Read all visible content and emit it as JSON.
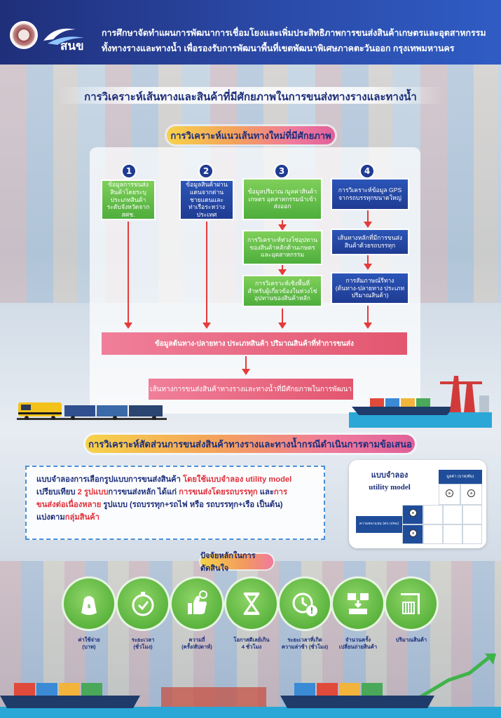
{
  "header": {
    "logo_text": "สนข",
    "line1": "การศึกษาจัดทำแผนการพัฒนาการเชื่อมโยงและเพิ่มประสิทธิภาพการขนส่งสินค้าเกษตรและอุตสาหกรรม",
    "line2": "ทั้งทางรางและทางน้ำ เพื่อรองรับการพัฒนาพื้นที่เขตพัฒนาพิเศษภาคตะวันออก กรุงเทพมหานคร"
  },
  "main_title": "การวิเคราะห์เส้นทางและสินค้าที่มีศักยภาพในการขนส่งทางรางและทางน้ำ",
  "section1": {
    "title": "การวิเคราะห์แนวเส้นทางใหม่ที่มีศักยภาพ",
    "columns": [
      {
        "number": "1",
        "boxes": [
          "ข้อมูลการขนส่งสินค้าโดยระบุประเภทสินค้าระดับจังหวัดจาก สศช."
        ]
      },
      {
        "number": "2",
        "boxes": [
          "ข้อมูลสินค้าผ่านแดนจากด่านชายแดนและท่าเรือระหว่างประเทศ"
        ]
      },
      {
        "number": "3",
        "boxes": [
          "ข้อมูลปริมาณ /มูลค่าสินค้าเกษตร อุตสาหกรรมนำเข้า ส่งออก",
          "การวิเคราะห์ห่วงโซ่อุปทานของสินค้าหลักด้านเกษตรและอุตสาหกรรม",
          "การวิเคราะห์เชิงพื้นที่สำหรับผู้เกี่ยวข้องในห่วงโซ่อุปทานของสินค้าหลัก"
        ]
      },
      {
        "number": "4",
        "boxes": [
          "การวิเคราะห์ข้อมูล GPS จากรถบรรทุกขนาดใหญ่",
          "เส้นทางหลักที่มีการขนส่งสินค้าด้วยรถบรรทุก",
          "การสัมภาษณ์รีทาง (ต้นทาง-ปลายทาง ประเภท ปริมาณสินค้า)"
        ]
      }
    ],
    "merge_bar": "ข้อมูลต้นทาง-ปลายทาง ประเภทสินค้า ปริมาณสินค้าที่ทำการขนส่ง",
    "result_bar": "เส้นทางการขนส่งสินค้าทางรางและทางน้ำที่มีศักยภาพในการพัฒนา"
  },
  "section2": {
    "title": "การวิเคราะห์สัดส่วนการขนส่งสินค้าทางรางและทางน้ำกรณีดำเนินการตามข้อเสนอ",
    "desc": {
      "l1_a": "แบบจำลองการเลือกรูปแบบการขนส่งสินค้า ",
      "l1_b": "โดยใช้แบบจำลอง utility model",
      "l2_a": "เปรียบเทียบ ",
      "l2_b": "2 รูปแบบ",
      "l2_c": "การขนส่งหลัก ได้แก่ ",
      "l2_d": "การขนส่งโดยรถบรรทุก",
      "l2_e": " และ",
      "l2_f": "การ",
      "l3_a": "ขนส่งต่อเนื่องหลาย",
      "l3_b": " รูปแบบ (รถบรรทุก+รถไฟ หรือ รถบรรทุก+เรือ เป็นต้น)",
      "l4_a": "แบ่งตาม",
      "l4_b": "กลุ่มสินค้า"
    },
    "model_card": {
      "title_line1": "แบบจำลอง",
      "title_line2": "utility model",
      "col_header": "มูลค่า (บาท/ตัน)",
      "row_header": "ความหนาแน่น (ตร.ก/คน)"
    }
  },
  "factors": {
    "title": "ปัจจัยหลักในการตัดสินใจ",
    "items": [
      {
        "icon": "cost-bag-icon",
        "label1": "ค่าใช้จ่าย",
        "label2": "(บาท)"
      },
      {
        "icon": "stopwatch-icon",
        "label1": "ระยะเวลา",
        "label2": "(ชั่วโมง)"
      },
      {
        "icon": "frequency-hand-icon",
        "label1": "ความถี่",
        "label2": "(ครั้ง/สัปดาห์)"
      },
      {
        "icon": "hourglass-icon",
        "label1": "โอกาสดีเลย์เกิน",
        "label2": "4 ชั่วโมง"
      },
      {
        "icon": "delay-clock-icon",
        "label1": "ระยะเวลาที่เกิด",
        "label2": "ความล่าช้า (ชั่วโมง)"
      },
      {
        "icon": "transfer-icon",
        "label1": "จำนวนครั้ง",
        "label2": "เปลี่ยนถ่ายสินค้า"
      },
      {
        "icon": "container-crane-icon",
        "label1": "ปริมาณสินค้า",
        "label2": ""
      }
    ]
  },
  "colors": {
    "navy": "#1d2f7a",
    "green": "#4eae3c",
    "red_arrow": "#e63a3a",
    "pink": "#e3566f"
  }
}
